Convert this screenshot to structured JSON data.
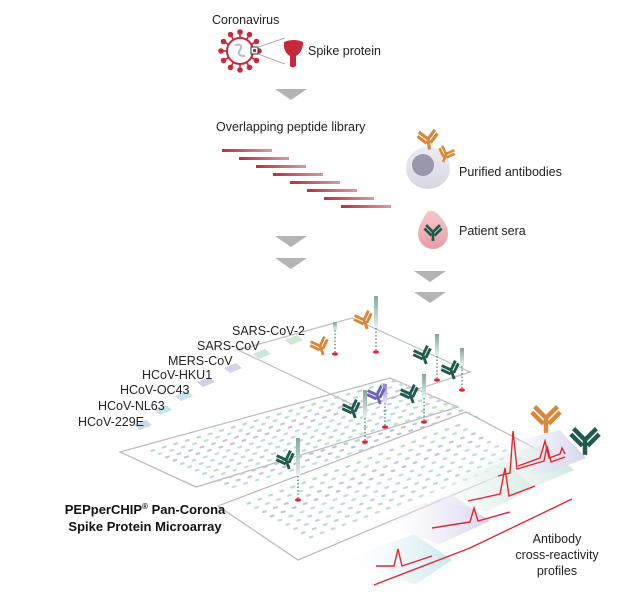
{
  "labels": {
    "coronavirus": "Coronavirus",
    "spike_protein": "Spike protein",
    "peptide_library": "Overlapping peptide library",
    "purified_antibodies": "Purified antibodies",
    "patient_sera": "Patient sera",
    "profiles_line1": "Antibody",
    "profiles_line2": "cross-reactivity profiles"
  },
  "title": {
    "line1_main": "PEPperCHIP",
    "line1_reg": "®",
    "line1_rest": " Pan-Corona",
    "line2": "Spike Protein Microarray"
  },
  "strains": [
    "SARS-CoV-2",
    "SARS-CoV",
    "MERS-CoV",
    "HCoV-HKU1",
    "HCoV-OC43",
    "HCoV-NL63",
    "HCoV-229E"
  ],
  "colors": {
    "spike_red": "#c8283c",
    "arrow_gray": "#b4b4b4",
    "antibody_orange": "#d9883a",
    "antibody_teal": "#1f5b4c",
    "profile_red": "#e0262f",
    "strain_colors": [
      "#cfe6cf",
      "#c8e8d8",
      "#d9d0ea",
      "#cfcfe8",
      "#c9e3ef",
      "#c4e4ee",
      "#c9dbe8"
    ]
  },
  "icons": {
    "virus": "coronavirus-icon",
    "spike": "spike-protein-icon",
    "cell": "b-cell-icon",
    "drop": "sera-drop-icon",
    "antibody": "antibody-icon"
  }
}
